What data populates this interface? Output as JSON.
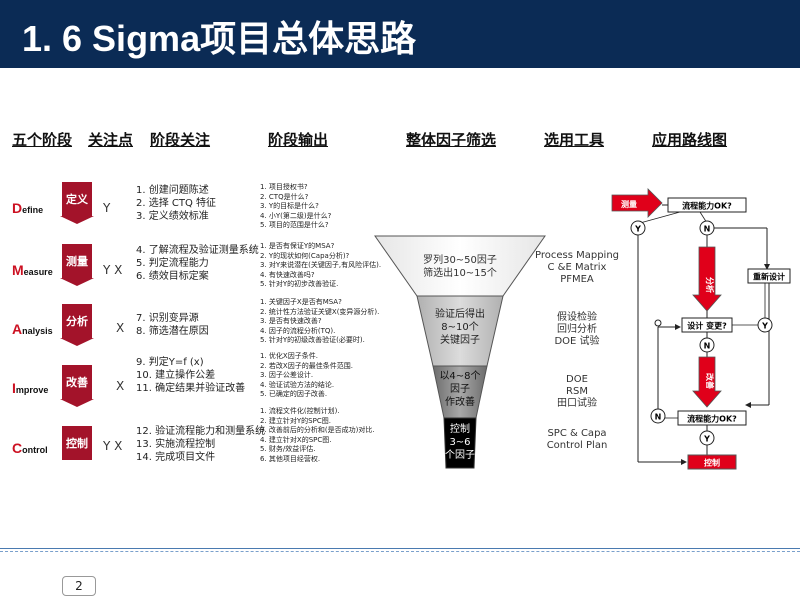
{
  "title": "1. 6 Sigma项目总体思路",
  "headers": [
    "五个阶段",
    "关注点",
    "阶段关注",
    "阶段输出",
    "整体因子筛选",
    "选用工具",
    "应用路线图"
  ],
  "phases": [
    {
      "cap": "D",
      "rest": "efine",
      "box": "定义",
      "focus": "Y",
      "items": [
        "1.  创建问题陈述",
        "2.  选择 CTQ 特征",
        "3.  定义绩效标准"
      ],
      "outputs": [
        "1. 项目授权书?",
        "2. CTQ是什么?",
        "3. Y的目标是什么?",
        "4. 小Y(第二级)是什么?",
        "5. 项目的范围是什么?"
      ]
    },
    {
      "cap": "M",
      "rest": "easure",
      "box": "测量",
      "focus": "Y X",
      "items": [
        "4.  了解流程及验证测量系统",
        "5.  判定流程能力",
        "6.  绩效目标定案"
      ],
      "outputs": [
        "1. 是否有保证Y的MSA?",
        "2. Y的现状如何(Capa分析)?",
        "3. 对Y来说潜在(关键因子,有风险评估).",
        "4. 有快速改善吗?",
        "5. 针对Y的初步改善验证."
      ]
    },
    {
      "cap": "A",
      "rest": "nalysis",
      "box": "分析",
      "focus": "X",
      "items": [
        "7.  识别变异源",
        "8.  筛选潜在原因"
      ],
      "outputs": [
        "1. 关键因子X是否有MSA?",
        "2. 统计性方法验证关键X(变异源分析).",
        "3. 是否有快速改善?",
        "4. 因子的流程分析(TQ).",
        "5. 针对Y的初级改善验证(必要时)."
      ]
    },
    {
      "cap": "I",
      "rest": "mprove",
      "box": "改善",
      "focus": "X",
      "items": [
        "9.  判定Y=f (x)",
        "10. 建立操作公差",
        "11. 确定结果并验证改善"
      ],
      "outputs": [
        "1. 优化X因子条件.",
        "2. 若改X因子的最佳条件范围.",
        "3. 因子公差设计.",
        "4. 验证试验方法的结论.",
        "5. 已确定的因子改善."
      ]
    },
    {
      "cap": "C",
      "rest": "ontrol",
      "box": "控制",
      "focus": "Y X",
      "items": [
        "12. 验证流程能力和测量系统",
        "13. 实施流程控制",
        "14. 完成项目文件"
      ],
      "outputs": [
        "1. 流程文件化(控制计划).",
        "2. 建立针对Y的SPC图.",
        "3. 改善前后的分析和(是否成功)对比.",
        "4. 建立针对X的SPC图.",
        "5. 财务/效益评估.",
        "6. 其他项目经营权."
      ]
    }
  ],
  "funnel": [
    "罗列30~50因子\n筛选出10~15个",
    "验证后得出\n8~10个\n关键因子",
    "以4~8个\n因子\n作改善",
    "控制\n3~6\n个因子"
  ],
  "tools": [
    "Process Mapping\nC &E Matrix\nPFMEA",
    "假设检验\n回归分析\nDOE 试验",
    "DOE\nRSM\n田口试验",
    "SPC & Capa\nControl Plan"
  ],
  "roadmap": {
    "measure": "测量",
    "capability_ok": "流程能力OK?",
    "analysis": "分析",
    "redesign": "重新设计",
    "design_change": "设计 变更?",
    "improve": "改善",
    "capability_ok2": "流程能力OK?",
    "control": "控制",
    "yes": "Y",
    "no": "N"
  },
  "page_number": "2",
  "colors": {
    "title_bg": "#0b2b55",
    "phase": "#a3132a",
    "arrow_red": "#e0001a"
  }
}
